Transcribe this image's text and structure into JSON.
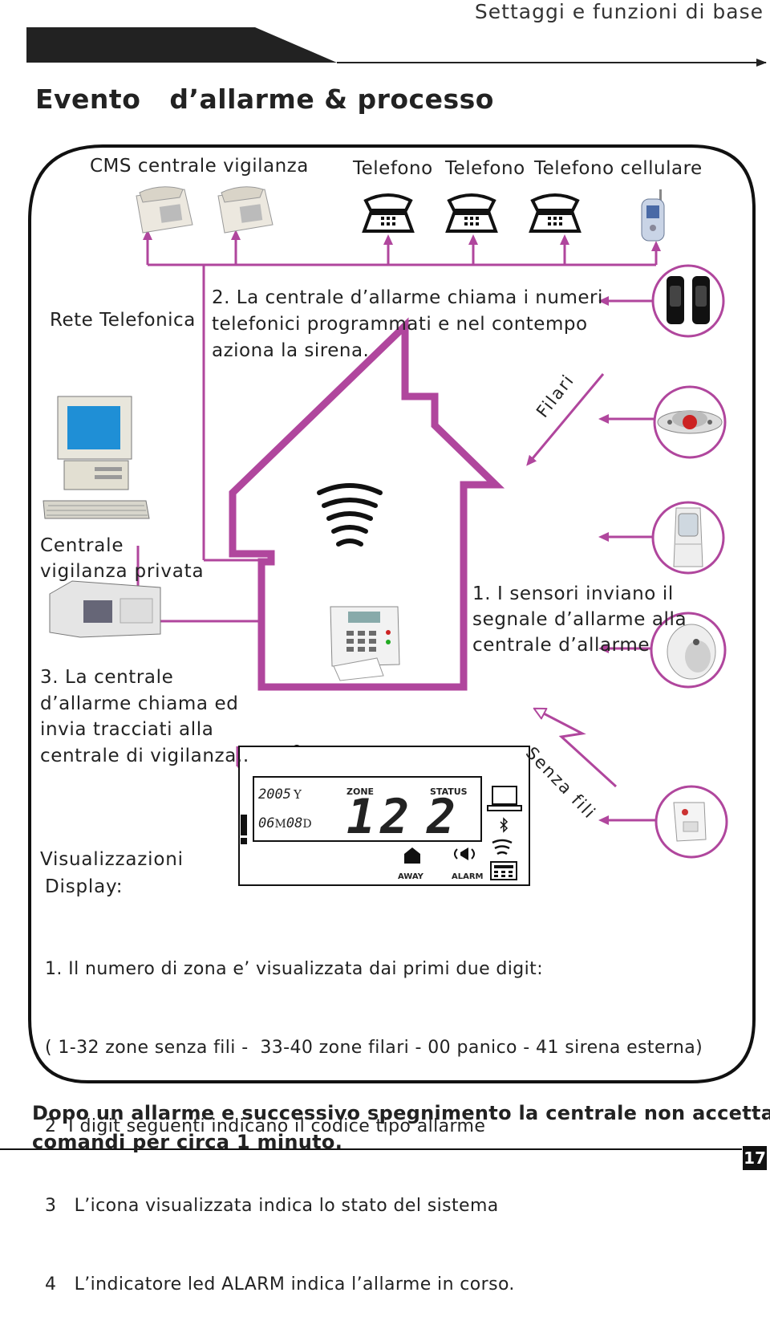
{
  "header": {
    "section": "Settaggi e funzioni di base"
  },
  "title": "Evento   d’allarme & processo",
  "top_labels": {
    "cms": "CMS centrale  vigilanza",
    "telefono1": "Telefono",
    "telefono2": "Telefono",
    "cellulare": "Telefono cellulare"
  },
  "rete": "Rete Telefonica",
  "step2": [
    "2. La centrale d’allarme chiama i numeri",
    "telefonici programmati e nel contempo",
    "aziona la sirena."
  ],
  "filari": "Filari",
  "senza_fili": "Senza fili",
  "centrale_vigilanza": [
    "Centrale",
    "vigilanza  privata"
  ],
  "step1": [
    "1. I sensori inviano il",
    "segnale d’allarme alla",
    "centrale d’allarme"
  ],
  "step3": [
    "3. La centrale",
    "d’allarme chiama ed",
    "invia tracciati alla",
    "centrale di  vigilanza.."
  ],
  "lcd": {
    "year": "2005",
    "year_unit": "Y",
    "month": "06",
    "month_unit": "M",
    "day": "08",
    "day_unit": "D",
    "zone_label": "ZONE",
    "status_label": "STATUS",
    "zone_value": "12",
    "status_value": "2",
    "away_label": "AWAY",
    "alarm_label": "ALARM"
  },
  "display": {
    "heading1": "Visualizzazioni",
    "heading2": "Display:",
    "lines": [
      "1. Il numero di zona e’ visualizzata dai primi due digit:",
      "( 1-32 zone senza fili -  33-40 zone filari - 00 panico - 41 sirena esterna)",
      "2  I digit seguenti indicano il codice tipo allarme",
      "3   L’icona visualizzata indica lo stato del sistema",
      "4   L’indicatore led ALARM indica l’allarme in corso."
    ]
  },
  "footer": [
    "Dopo un allarme e successivo spegnimento la centrale non accetta",
    "comandi  per circa  1 minuto."
  ],
  "page_number": "17",
  "colors": {
    "accent": "#b0469d",
    "text": "#222222",
    "header_bar": "#222222"
  }
}
